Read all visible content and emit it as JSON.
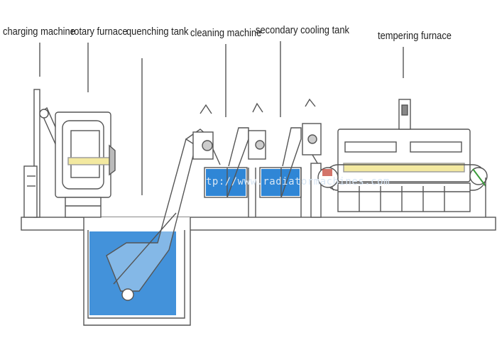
{
  "labels": {
    "charging": "charging machine",
    "rotary": "rotary furnace",
    "quenching": "quenching tank",
    "cleaning": "cleaning machine",
    "cooling": "secondary  cooling tank",
    "tempering": "tempering furnace"
  },
  "watermark": "tp://www.radiatormachines.com",
  "colors": {
    "water": "#2f86d6",
    "line": "#555555",
    "heat": "#f3e9a0"
  }
}
